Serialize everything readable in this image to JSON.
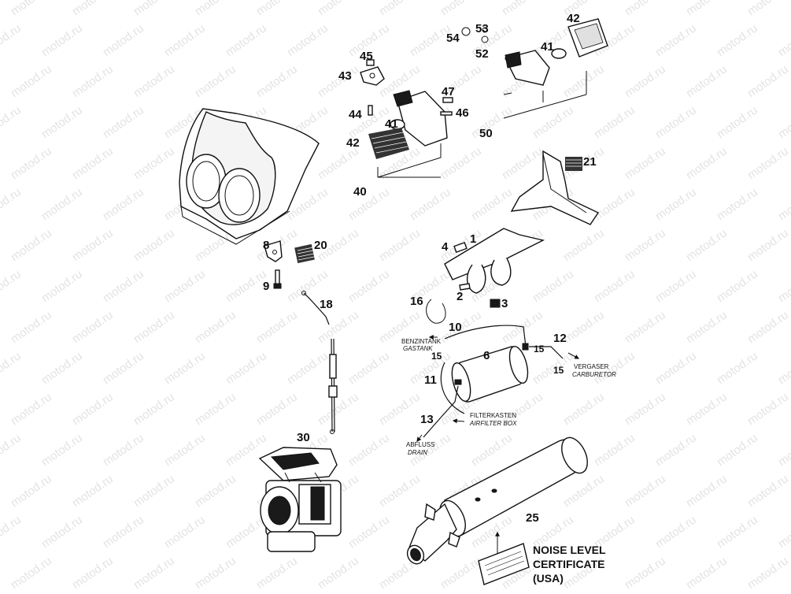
{
  "watermark": "motod.ru",
  "callouts": {
    "c1": "1",
    "c2": "2",
    "c3": "3",
    "c4": "4",
    "c6": "6",
    "c8": "8",
    "c9": "9",
    "c10": "10",
    "c11": "11",
    "c12": "12",
    "c13": "13",
    "c15a": "15",
    "c15b": "15",
    "c15c": "15",
    "c16": "16",
    "c18": "18",
    "c20": "20",
    "c21": "21",
    "c25": "25",
    "c30": "30",
    "c40": "40",
    "c41a": "41",
    "c41b": "41",
    "c42a": "42",
    "c42b": "42",
    "c43": "43",
    "c44": "44",
    "c45": "45",
    "c46": "46",
    "c47": "47",
    "c50": "50",
    "c52": "52",
    "c53": "53",
    "c54": "54"
  },
  "labels": {
    "gas_de": "BENZINTANK",
    "gas_en": "GASTANK",
    "carb_de": "VERGASER",
    "carb_en": "CARBURETOR",
    "filter_de": "FILTERKASTEN",
    "filter_en": "AIRFILTER BOX",
    "drain_de": "ABFLUSS",
    "drain_en": "DRAIN"
  },
  "certificate": {
    "line1": "NOISE LEVEL",
    "line2": "CERTIFICATE",
    "line3": "(USA)"
  }
}
